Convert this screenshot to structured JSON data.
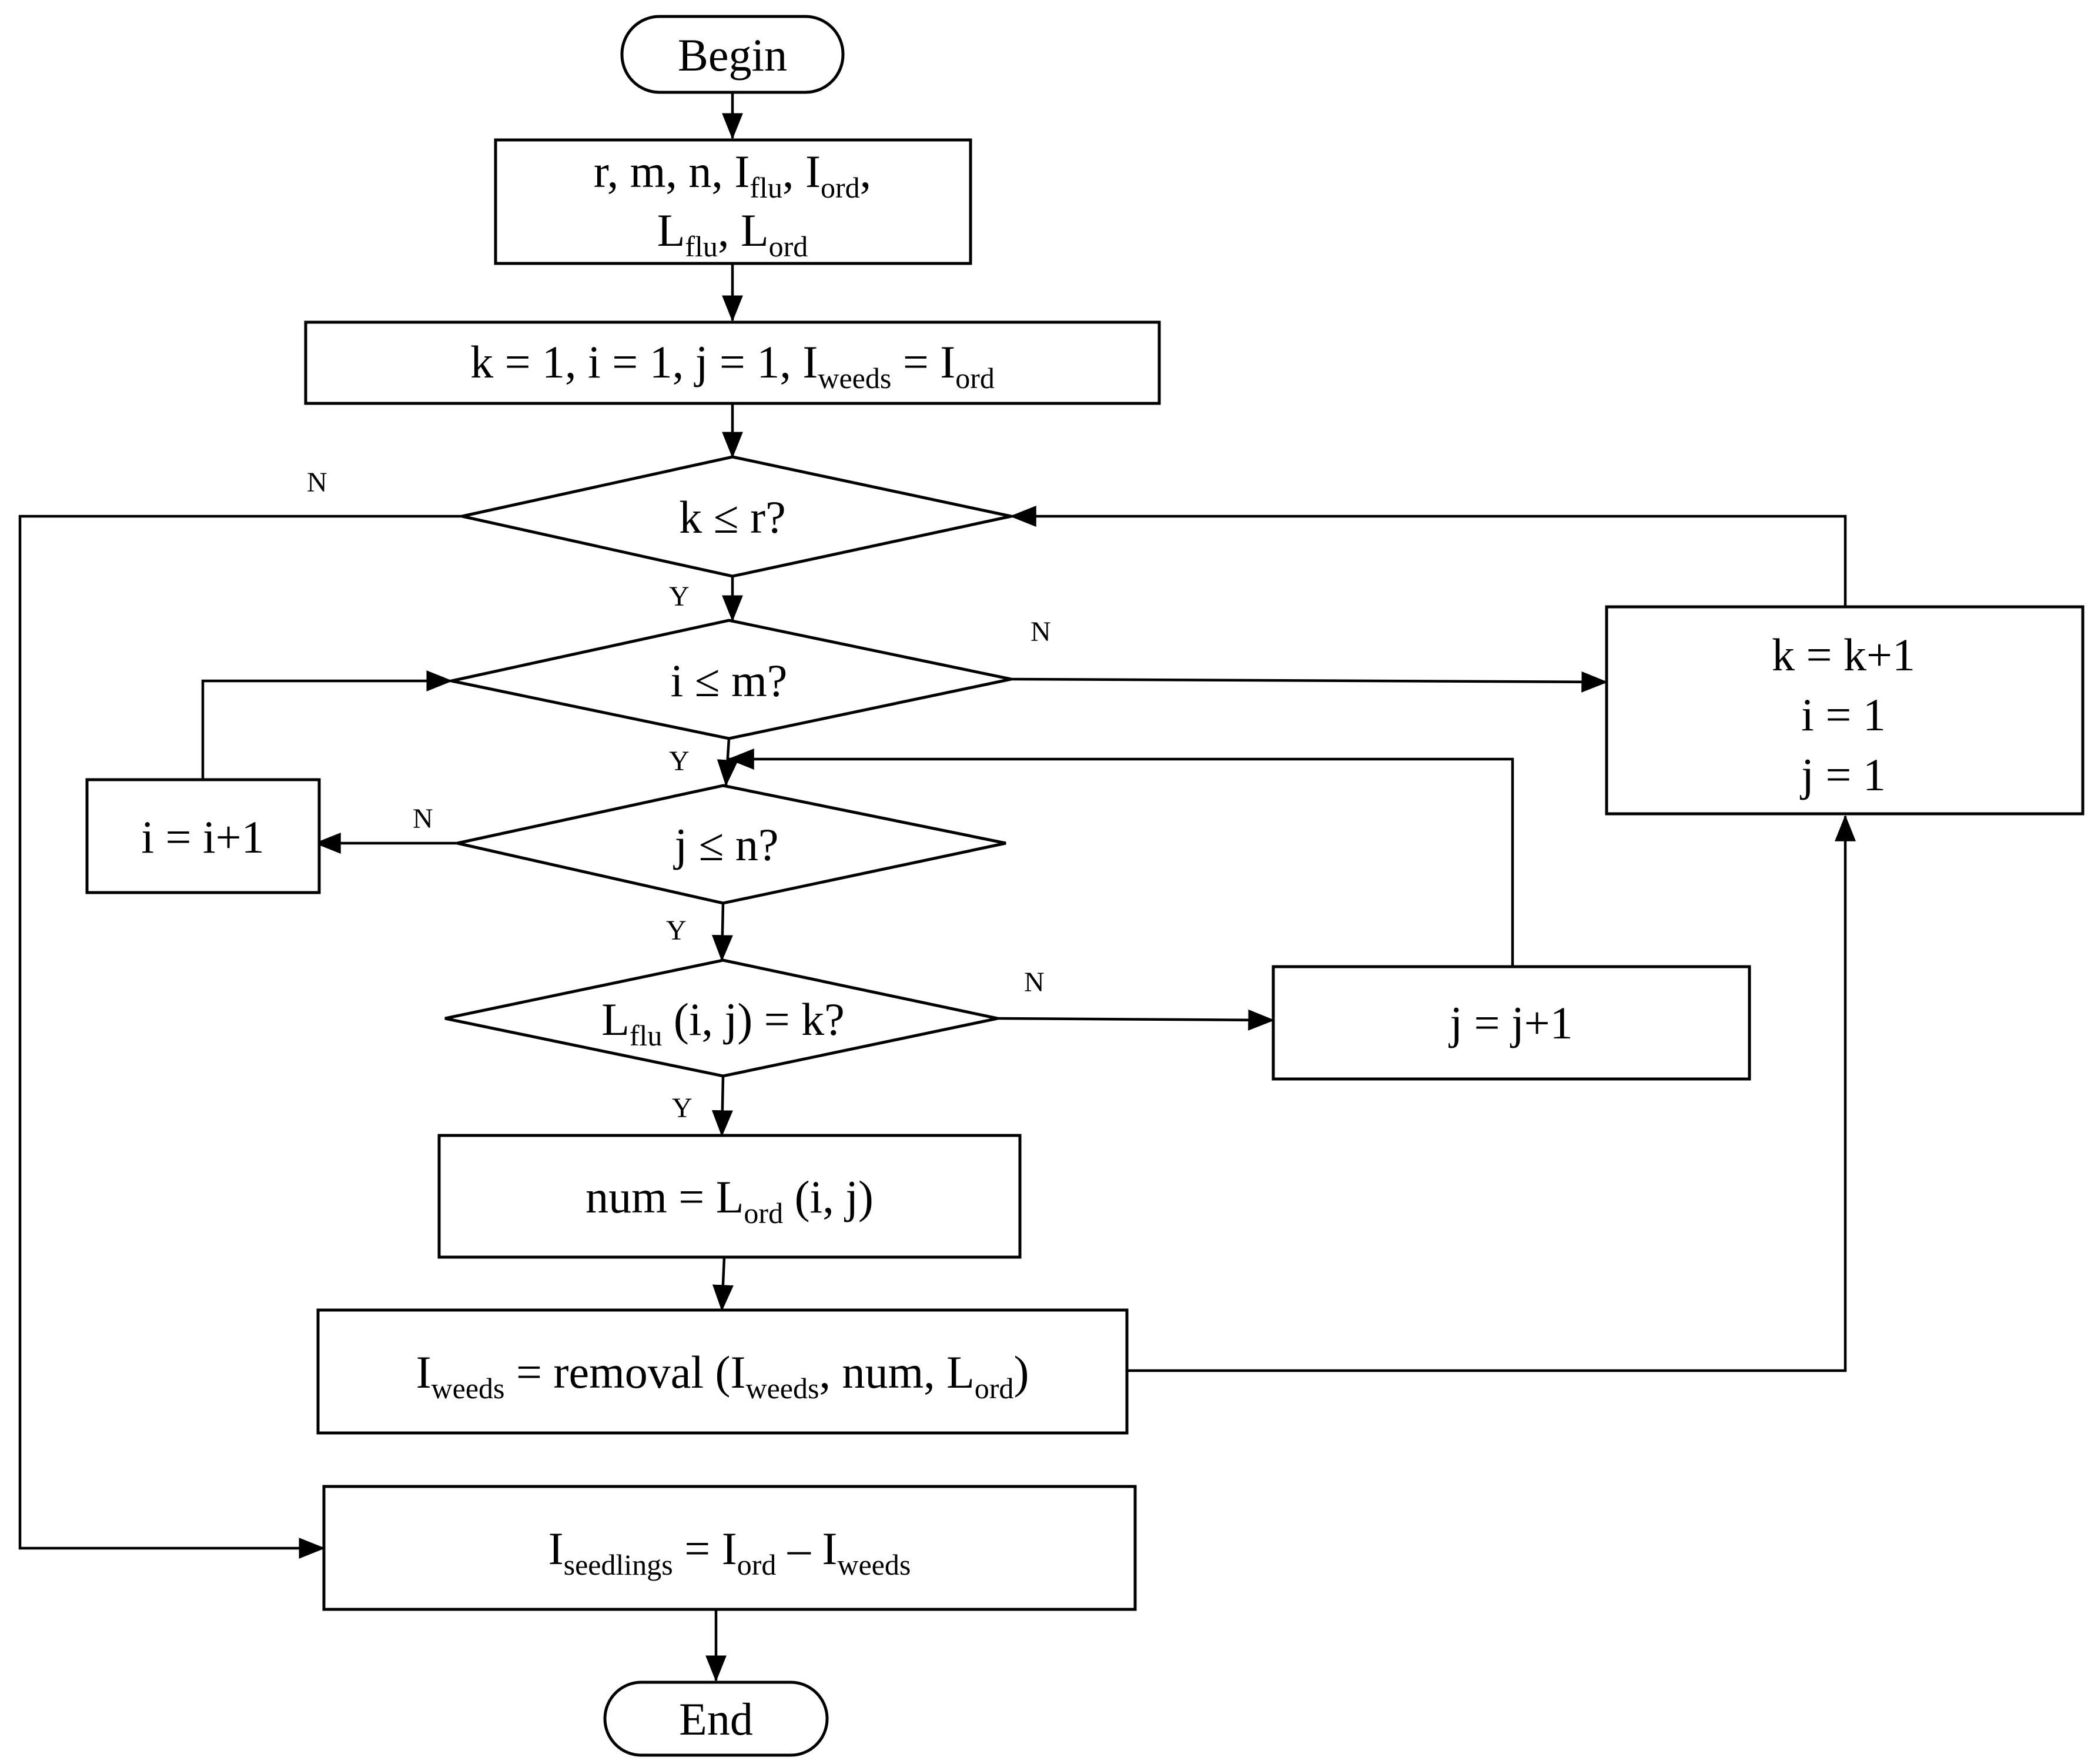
{
  "nodes": {
    "begin": {
      "text": "Begin"
    },
    "inputs": {
      "line1": {
        "t1": "r, m, n, I",
        "s1": "flu",
        "t2": ", I",
        "s2": "ord",
        "t3": ","
      },
      "line2": {
        "t1": "L",
        "s1": "flu",
        "t2": ", L",
        "s2": "ord"
      }
    },
    "init": {
      "t1": "k = 1, i = 1, j = 1, I",
      "s1": "weeds",
      "t2": " = I",
      "s2": "ord"
    },
    "cond_k": {
      "text": "k ≤ r?"
    },
    "cond_i": {
      "text": "i ≤ m?"
    },
    "cond_j": {
      "text": "j ≤ n?"
    },
    "cond_l": {
      "t1": "L",
      "s1": "flu",
      "t2": " (i, j) = k?"
    },
    "inc_i": {
      "text": "i = i+1"
    },
    "inc_j": {
      "text": "j = j+1"
    },
    "inc_k": {
      "line1": "k = k+1",
      "line2": "i = 1",
      "line3": "j = 1"
    },
    "num": {
      "t1": "num = L",
      "s1": "ord",
      "t2": " (i, j)"
    },
    "removal": {
      "t1": "I",
      "s1": "weeds",
      "t2": " = removal (I",
      "s2": "weeds",
      "t3": ", num, L",
      "s3": "ord",
      "t4": ")"
    },
    "seedlings": {
      "t1": "I",
      "s1": "seedlings",
      "t2": " = I",
      "s2": "ord",
      "t3": " – I",
      "s3": "weeds"
    },
    "end": {
      "text": "End"
    }
  },
  "branch_labels": {
    "k_no": "N",
    "k_yes": "Y",
    "i_no": "N",
    "i_yes": "Y",
    "j_no": "N",
    "j_yes": "Y",
    "l_no": "N",
    "l_yes": "Y"
  }
}
